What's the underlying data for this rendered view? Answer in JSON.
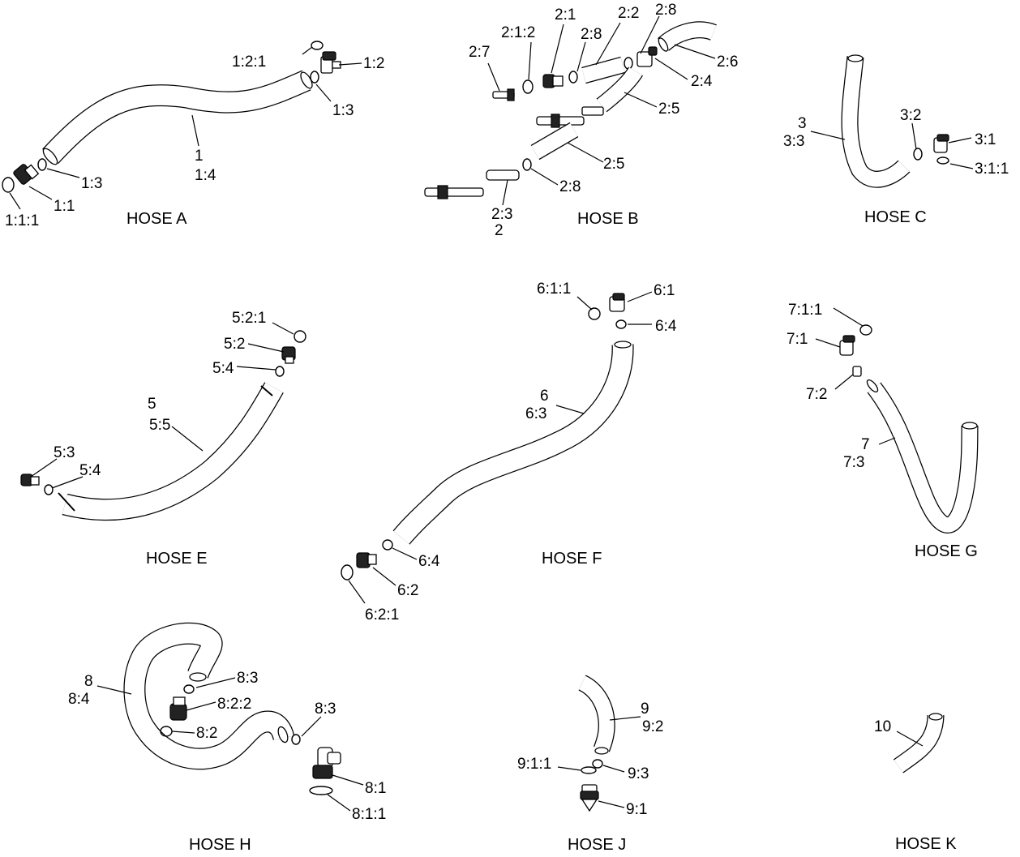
{
  "hose_a": {
    "title": "HOSE A",
    "callouts": [
      "1:2:1",
      "1:2",
      "1:3",
      "1",
      "1:4",
      "1:3",
      "1:1",
      "1:1:1"
    ]
  },
  "hose_b": {
    "title": "HOSE B",
    "callouts": [
      "2:1:2",
      "2:1",
      "2:8",
      "2:2",
      "2:8",
      "2:7",
      "2:6",
      "2:4",
      "2:5",
      "2:5",
      "2:8",
      "2:3",
      "2"
    ]
  },
  "hose_c": {
    "title": "HOSE C",
    "callouts": [
      "3",
      "3:3",
      "3:2",
      "3:1",
      "3:1:1"
    ]
  },
  "hose_e": {
    "title": "HOSE E",
    "callouts": [
      "5:2:1",
      "5:2",
      "5:4",
      "5",
      "5:5",
      "5:3",
      "5:4"
    ]
  },
  "hose_f": {
    "title": "HOSE F",
    "callouts": [
      "6:1:1",
      "6:1",
      "6:4",
      "6",
      "6:3",
      "6:4",
      "6:2",
      "6:2:1"
    ]
  },
  "hose_g": {
    "title": "HOSE G",
    "callouts": [
      "7:1:1",
      "7:1",
      "7:2",
      "7",
      "7:3"
    ]
  },
  "hose_h": {
    "title": "HOSE H",
    "callouts": [
      "8",
      "8:4",
      "8:3",
      "8:2:2",
      "8:2",
      "8:3",
      "8:1",
      "8:1:1"
    ]
  },
  "hose_j": {
    "title": "HOSE J",
    "callouts": [
      "9",
      "9:2",
      "9:1:1",
      "9:3",
      "9:1"
    ]
  },
  "hose_k": {
    "title": "HOSE K",
    "callouts": [
      "10"
    ]
  }
}
